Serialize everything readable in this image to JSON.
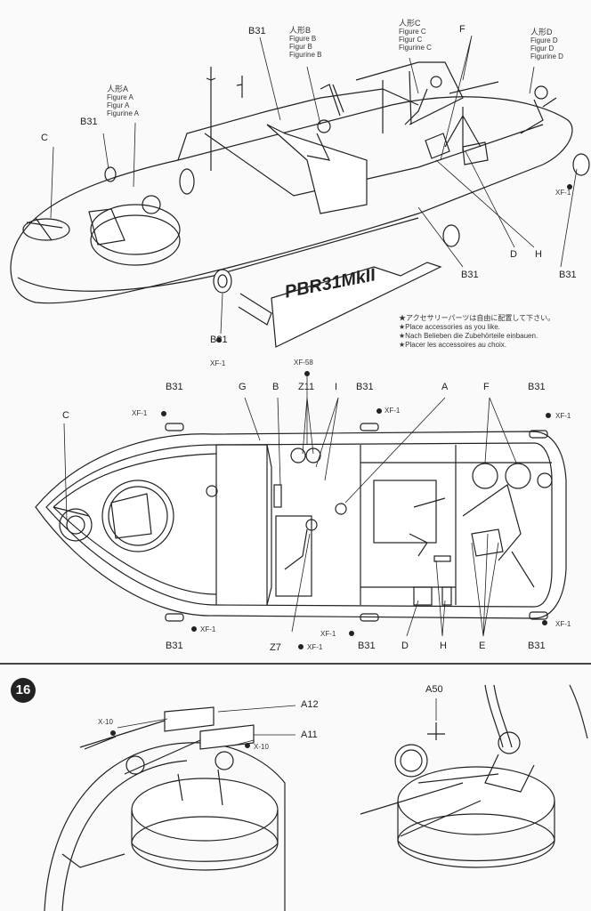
{
  "watermark": {
    "line1": "",
    "line2": ""
  },
  "top_view": {
    "hull_name": "PBR31MkII",
    "labels": {
      "c": "C",
      "b31_left": "B31",
      "b31_top": "B31",
      "b31_bottom_front": "B31",
      "b31_bottom_mid": "B31",
      "b31_right": "B31",
      "f": "F",
      "d": "D",
      "h": "H",
      "xf1_bottom": "XF-1",
      "xf1_right": "XF-1"
    },
    "figures": [
      {
        "title": "人形A",
        "lines": [
          "Figure A",
          "Figur A",
          "Figurine A"
        ]
      },
      {
        "title": "人形B",
        "lines": [
          "Figure B",
          "Figur B",
          "Figurine B"
        ]
      },
      {
        "title": "人形C",
        "lines": [
          "Figure C",
          "Figur C",
          "Figurine C"
        ]
      },
      {
        "title": "人形D",
        "lines": [
          "Figure D",
          "Figur D",
          "Figurine D"
        ]
      }
    ],
    "notes": [
      "★アクセサリーパーツは自由に配置して下さい。",
      "★Place accessories as you like.",
      "★Nach Belieben die Zubehörteile einbauen.",
      "★Placer les accessoires au choix."
    ]
  },
  "plan_view": {
    "labels": {
      "xf58": "XF-58",
      "b31_tl": "B31",
      "g": "G",
      "b": "B",
      "z11": "Z11",
      "i": "I",
      "b31_tm": "B31",
      "a": "A",
      "f": "F",
      "b31_tr": "B31",
      "c": "C",
      "xf1_tl": "XF-1",
      "xf1_tm": "XF-1",
      "xf1_tr": "XF-1",
      "b31_bl": "B31",
      "xf1_bl": "XF-1",
      "z7": "Z7",
      "xf1_z7": "XF-1",
      "xf1_bm": "XF-1",
      "b31_bm": "B31",
      "d": "D",
      "h": "H",
      "e": "E",
      "b31_br": "B31",
      "xf1_br": "XF-1"
    }
  },
  "step16": {
    "number": "16",
    "labels": {
      "x10_a": "X-10",
      "a12": "A12",
      "a11": "A11",
      "x10_b": "X-10",
      "a50": "A50"
    }
  }
}
